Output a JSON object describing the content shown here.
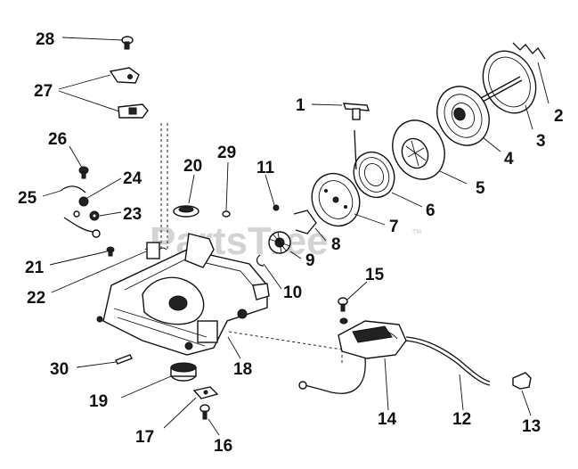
{
  "watermark": {
    "text": "PartsTree",
    "tm": "TM"
  },
  "callouts": [
    "1",
    "2",
    "3",
    "4",
    "5",
    "6",
    "7",
    "8",
    "9",
    "10",
    "11",
    "12",
    "13",
    "14",
    "15",
    "16",
    "17",
    "18",
    "19",
    "20",
    "21",
    "22",
    "23",
    "24",
    "25",
    "26",
    "27",
    "28",
    "29",
    "30"
  ]
}
